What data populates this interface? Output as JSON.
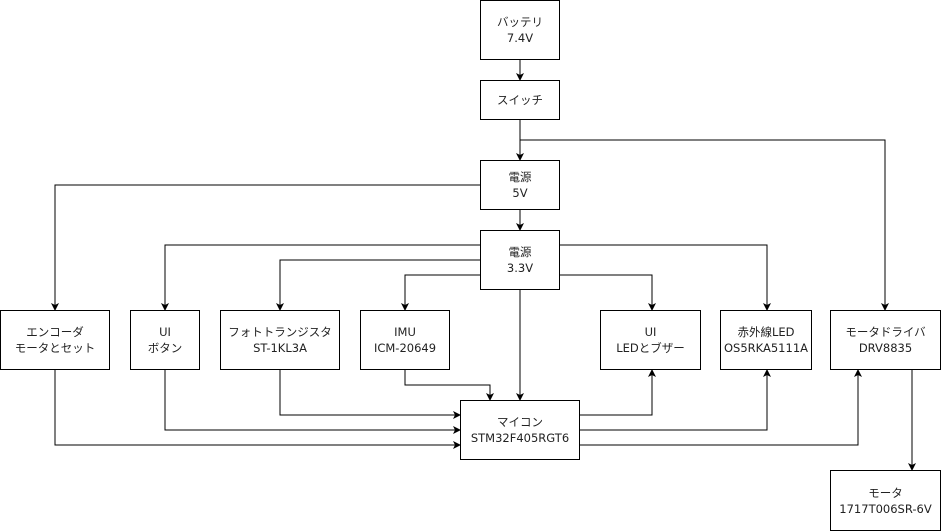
{
  "nodes": {
    "battery": {
      "line1": "バッテリ",
      "line2": "7.4V"
    },
    "switch": {
      "line1": "スイッチ"
    },
    "power5v": {
      "line1": "電源",
      "line2": "5V"
    },
    "power33v": {
      "line1": "電源",
      "line2": "3.3V"
    },
    "encoder": {
      "line1": "エンコーダ",
      "line2": "モータとセット"
    },
    "ui_button": {
      "line1": "UI",
      "line2": "ボタン"
    },
    "phototransistor": {
      "line1": "フォトトランジスタ",
      "line2": "ST-1KL3A"
    },
    "imu": {
      "line1": "IMU",
      "line2": "ICM-20649"
    },
    "mcu": {
      "line1": "マイコン",
      "line2": "STM32F405RGT6"
    },
    "ui_led": {
      "line1": "UI",
      "line2": "LEDとブザー"
    },
    "ir_led": {
      "line1": "赤外線LED",
      "line2": "OS5RKA5111A"
    },
    "motor_driver": {
      "line1": "モータドライバ",
      "line2": "DRV8835"
    },
    "motor": {
      "line1": "モータ",
      "line2": "1717T006SR-6V"
    }
  }
}
